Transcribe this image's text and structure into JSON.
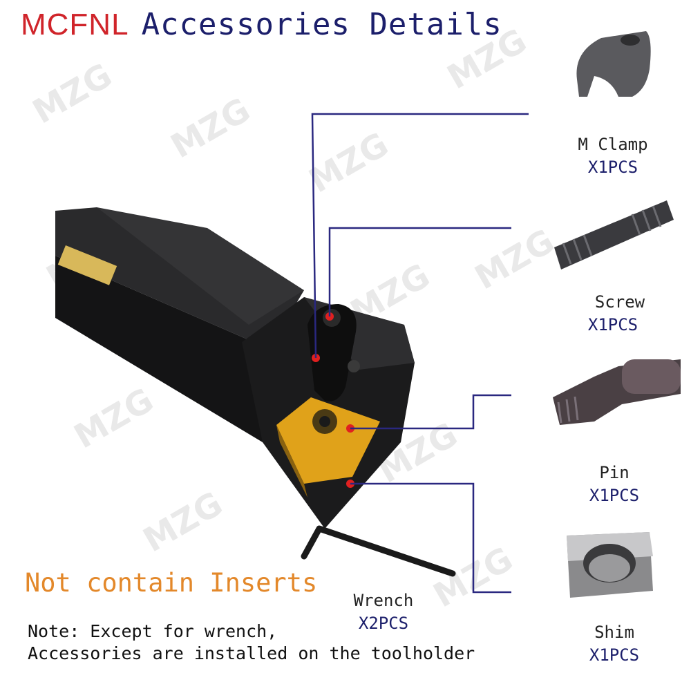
{
  "title": {
    "brand": "MCFNL",
    "rest": "Accessories Details"
  },
  "watermark": "MZG",
  "accessories": [
    {
      "name": "M Clamp",
      "qty": "X1PCS"
    },
    {
      "name": "Screw",
      "qty": "X1PCS"
    },
    {
      "name": "Pin",
      "qty": "X1PCS"
    },
    {
      "name": "Shim",
      "qty": "X1PCS"
    },
    {
      "name": "Wrench",
      "qty": "X2PCS"
    }
  ],
  "notice": "Not contain Inserts",
  "note": {
    "line1": "Note: Except for wrench,",
    "line2": "Accessories are installed on the toolholder"
  },
  "colors": {
    "brand": "#d0242a",
    "title": "#1c1f6b",
    "notice": "#e3882a",
    "insert": "#e0a21a"
  }
}
